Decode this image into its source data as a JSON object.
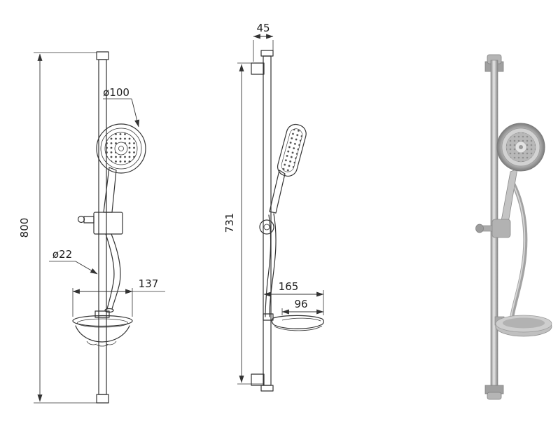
{
  "colors": {
    "line": "#333333",
    "text": "#1f1f1f"
  },
  "views": {
    "front": {
      "overall_height": "800",
      "handset_diameter": "ø100",
      "bar_diameter": "ø22",
      "soap_dish_width": "137"
    },
    "side": {
      "wall_offset": "45",
      "bar_length": "731",
      "soap_dish_depth": "165",
      "soap_dish_inner_width": "96"
    }
  }
}
